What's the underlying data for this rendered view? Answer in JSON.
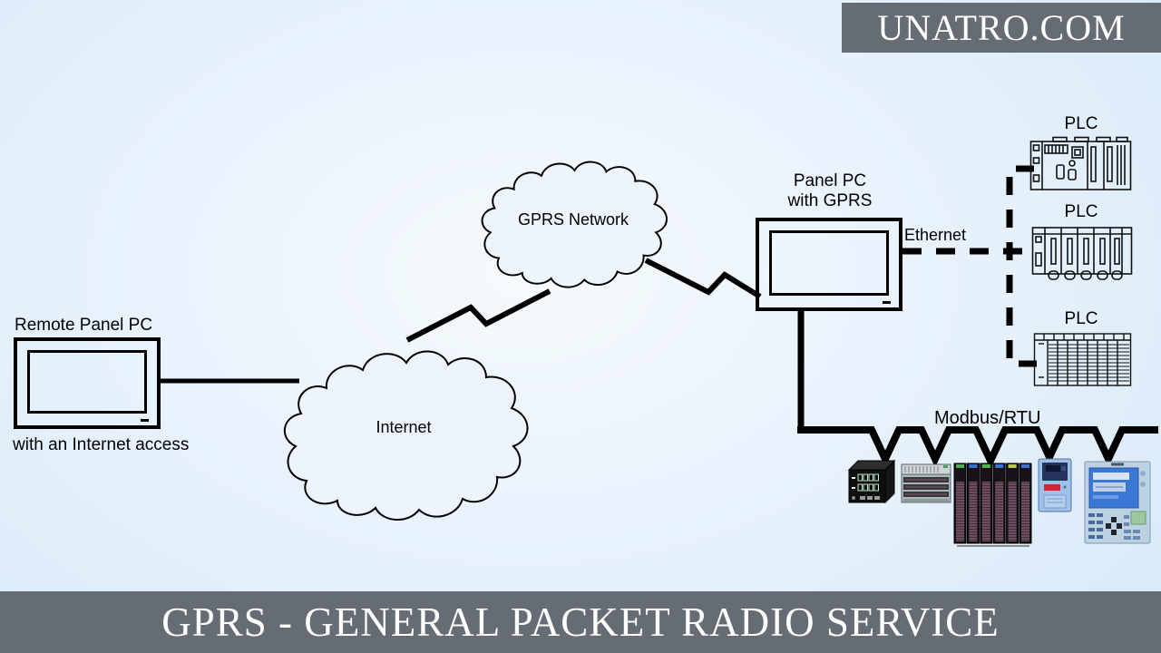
{
  "banner": {
    "site": "UNATRO.COM"
  },
  "footer": {
    "title": "GPRS - GENERAL PACKET RADIO SERVICE"
  },
  "diagram": {
    "remote_panel_pc": {
      "title": "Remote Panel PC",
      "caption": "with an Internet access"
    },
    "internet_cloud": {
      "label": "Internet"
    },
    "gprs_cloud": {
      "label": "GPRS Network"
    },
    "panel_pc": {
      "title_line1": "Panel PC",
      "title_line2": "with GPRS"
    },
    "links": {
      "ethernet": {
        "label": "Ethernet",
        "style": "dashed"
      },
      "modbus": {
        "label": "Modbus/RTU",
        "style": "solid-bus-with-taps"
      }
    },
    "plcs": [
      {
        "label": "PLC"
      },
      {
        "label": "PLC"
      },
      {
        "label": "PLC"
      }
    ],
    "field_device_icons": [
      "temperature-controller-icon",
      "io-module-icon",
      "plc-rack-icon",
      "vfd-drive-icon",
      "hmi-panel-icon"
    ]
  },
  "colors": {
    "banner_bg": "#666c74",
    "banner_text": "#ffffff",
    "line": "#000000",
    "background_edge": "#d8eaf8",
    "background_center": "#f5fafd"
  }
}
